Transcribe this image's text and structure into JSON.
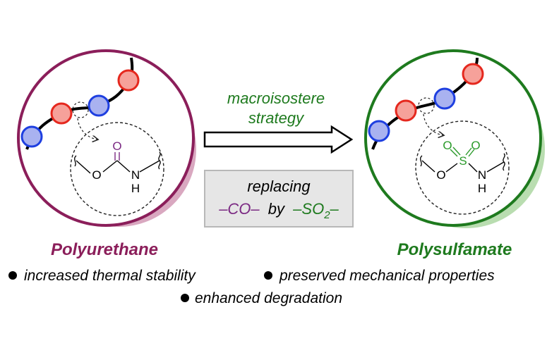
{
  "colors": {
    "purple": "#8B1E5A",
    "purple_shadow": "#D9A8C0",
    "green": "#1E7A1E",
    "green_shadow": "#B9DDB0",
    "red_bead_fill": "#F6A19A",
    "red_bead_stroke": "#E5281E",
    "blue_bead_fill": "#A9B2F0",
    "blue_bead_stroke": "#1E3FE0",
    "carbonyl_purple": "#7B2A83",
    "sulfur_green": "#2A9A2A",
    "box_fill": "#E6E6E6",
    "box_stroke": "#B8B8B8"
  },
  "left_panel": {
    "title": "Polyurethane",
    "atom_o_top": "O",
    "atom_o_left": "O",
    "atom_n": "N",
    "atom_h": "H"
  },
  "right_panel": {
    "title": "Polysulfamate",
    "atom_s": "S",
    "atom_o1": "O",
    "atom_o2": "O",
    "atom_o_left": "O",
    "atom_n": "N",
    "atom_h": "H"
  },
  "arrow_label": {
    "line1": "macroisostere",
    "line2": "strategy"
  },
  "replace_box": {
    "line1": "replacing",
    "from": "–CO–",
    "by": "by",
    "to_main": "–SO",
    "to_sub": "2",
    "to_end": "–"
  },
  "bullets": {
    "b1": "increased thermal stability",
    "b2": "preserved mechanical properties",
    "b3": "enhanced degradation"
  }
}
